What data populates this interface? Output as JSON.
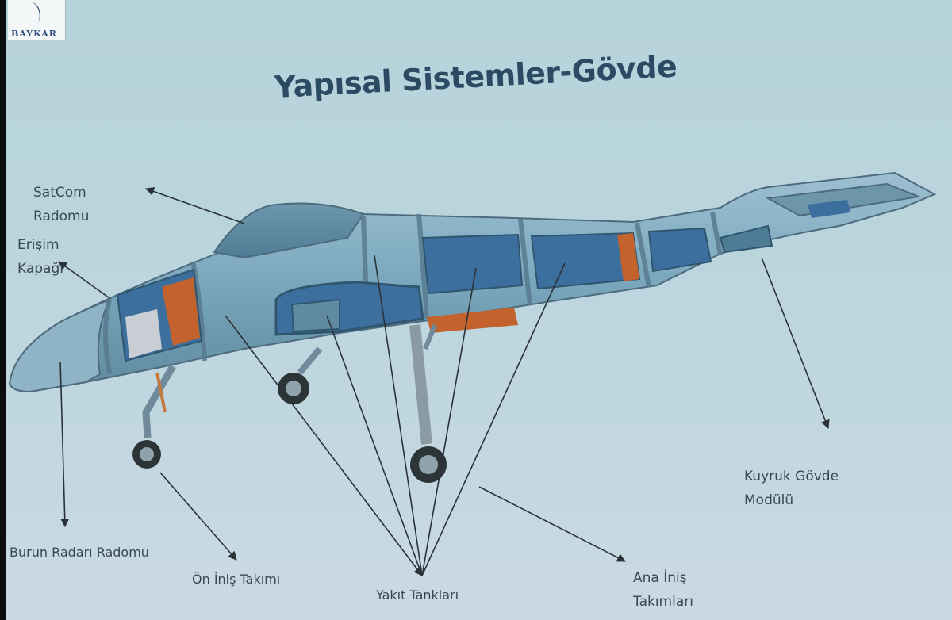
{
  "logo": {
    "text": "BAYKAR"
  },
  "title": "Yapısal Sistemler-Gövde",
  "labels": {
    "satcom_line1": "SatCom",
    "satcom_line2": "Radomu",
    "erisim_line1": "Erişim",
    "erisim_line2": "Kapağı",
    "burun": "Burun Radarı Radomu",
    "on_inis": "Ön İniş Takımı",
    "yakit": "Yakıt Tankları",
    "ana_inis_line1": "Ana İniş",
    "ana_inis_line2": "Takımları",
    "kuyruk_line1": "Kuyruk Gövde",
    "kuyruk_line2": "Modülü"
  },
  "icons": {
    "logo_mark": "crescent-logo-icon",
    "fuselage": "aircraft-fuselage-cutaway-icon"
  },
  "colors": {
    "background": "#b9d4dc",
    "title": "#2b4a63",
    "label": "#3a4852",
    "arrow": "#2a3238",
    "fuselage_skin": "#7aa7bd",
    "fuselage_frame": "#5d7f93",
    "bay_orange": "#c4622e",
    "bay_blue": "#3d6f9e"
  }
}
